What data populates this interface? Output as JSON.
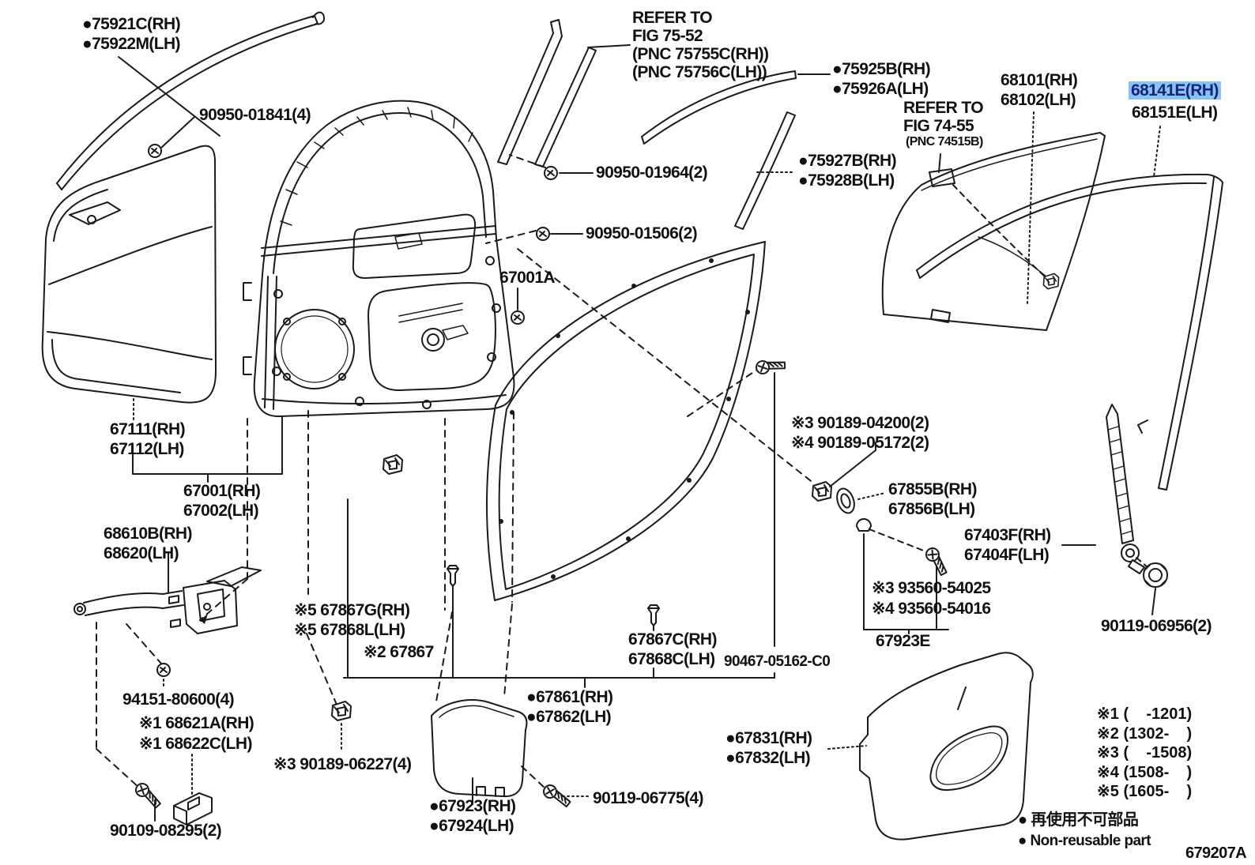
{
  "diagram": {
    "code": "679207A",
    "highlight_bg": "#8cc2f2",
    "highlight_fg": "#14267c",
    "line_color": "#1a1a1a"
  },
  "labels": {
    "l75921": "●75921C(RH)",
    "l75922": "●75922M(LH)",
    "l90950_01841": "90950-01841(4)",
    "refer1_1": "REFER TO",
    "refer1_2": "FIG 75-52",
    "refer1_3": "(PNC 75755C(RH))",
    "refer1_4": "(PNC 75756C(LH))",
    "l75925": "●75925B(RH)",
    "l75926": "●75926A(LH)",
    "l68101": "68101(RH)",
    "l68102": "68102(LH)",
    "l68141": "68141E(RH)",
    "l68151": "68151E(LH)",
    "refer2_1": "REFER TO",
    "refer2_2": "FIG 74-55",
    "refer2_3": "(PNC 74515B)",
    "l75927": "●75927B(RH)",
    "l75928": "●75928B(LH)",
    "l90950_01964": "90950-01964(2)",
    "l90950_01506": "90950-01506(2)",
    "l67001a": "67001A",
    "l67111": "67111(RH)",
    "l67112": "67112(LH)",
    "l67001": "67001(RH)",
    "l67002": "67002(LH)",
    "l68610": "68610B(RH)",
    "l68620": "68620(LH)",
    "l94151": "94151-80600(4)",
    "l68621": "※1 68621A(RH)",
    "l68622": "※1 68622C(LH)",
    "l90109": "90109-08295(2)",
    "l90189_06227": "※3 90189-06227(4)",
    "l67867g": "※5 67867G(RH)",
    "l67868l": "※5 67868L(LH)",
    "l67867": "※2 67867",
    "l67867c": "67867C(RH)",
    "l67868c": "67868C(LH)",
    "l90467": "90467-05162-C0",
    "l67861": "●67861(RH)",
    "l67862": "●67862(LH)",
    "l67923": "●67923(RH)",
    "l67924": "●67924(LH)",
    "l90119_06775": "90119-06775(4)",
    "l67831": "●67831(RH)",
    "l67832": "●67832(LH)",
    "l90189_04200": "※3 90189-04200(2)",
    "l90189_05172": "※4 90189-05172(2)",
    "l67855": "67855B(RH)",
    "l67856": "67856B(LH)",
    "l67403": "67403F(RH)",
    "l67404": "67404F(LH)",
    "l93560_54025": "※3 93560-54025",
    "l93560_54016": "※4 93560-54016",
    "l67923e": "67923E",
    "l90119_06956": "90119-06956(2)",
    "app1": "※1 (    -1201)",
    "app2": "※2 (1302-    )",
    "app3": "※3 (    -1508)",
    "app4": "※4 (1508-    )",
    "app5": "※5 (1605-    )",
    "legend_jp": "● 再使用不可部品",
    "legend_en": "● Non-reusable part",
    "code": "679207A"
  }
}
